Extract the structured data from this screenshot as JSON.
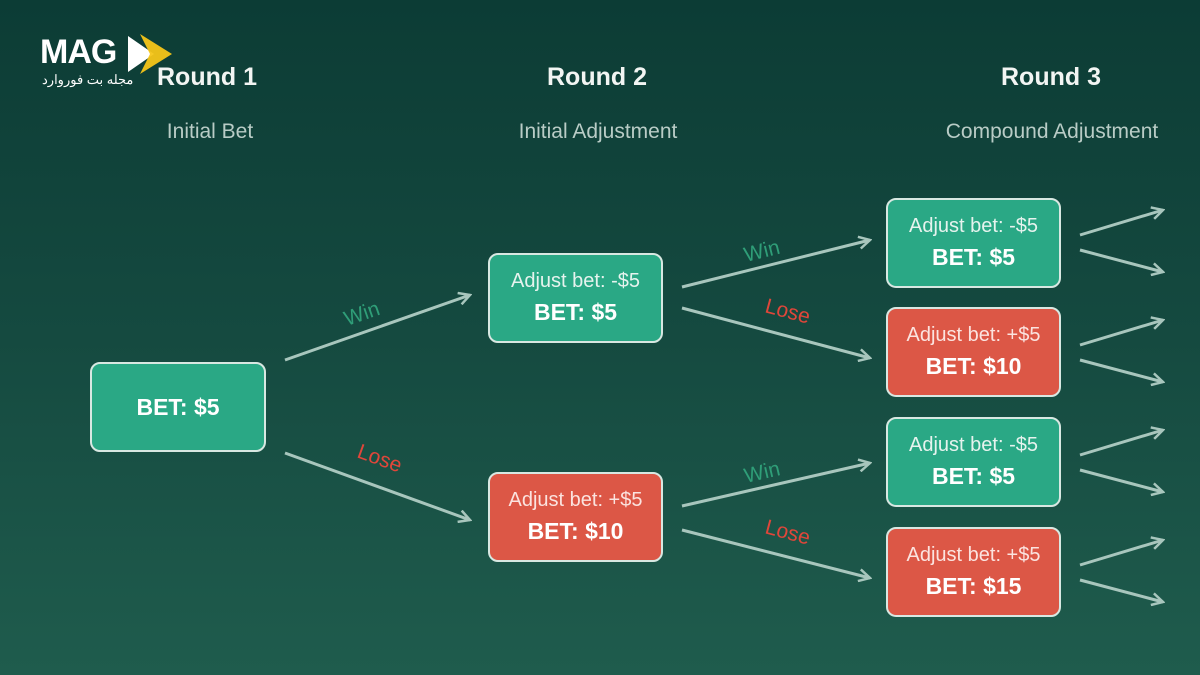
{
  "logo": {
    "text": "MAG",
    "subtitle": "مجله بت فوروارد"
  },
  "rounds": [
    {
      "title": "Round 1",
      "subtitle": "Initial Bet"
    },
    {
      "title": "Round 2",
      "subtitle": "Initial Adjustment"
    },
    {
      "title": "Round 3",
      "subtitle": "Compound Adjustment"
    }
  ],
  "nodes": {
    "r1": {
      "bet": "BET: $5"
    },
    "r2_win": {
      "adjust": "Adjust bet: -$5",
      "bet": "BET: $5"
    },
    "r2_lose": {
      "adjust": "Adjust bet: +$5",
      "bet": "BET: $10"
    },
    "r3_ww": {
      "adjust": "Adjust bet: -$5",
      "bet": "BET: $5"
    },
    "r3_wl": {
      "adjust": "Adjust bet: +$5",
      "bet": "BET: $10"
    },
    "r3_lw": {
      "adjust": "Adjust bet: -$5",
      "bet": "BET: $5"
    },
    "r3_ll": {
      "adjust": "Adjust bet: +$5",
      "bet": "BET: $15"
    }
  },
  "edges": {
    "win": "Win",
    "lose": "Lose"
  },
  "colors": {
    "win": "#2aa885",
    "lose": "#dc5746",
    "win_label": "#2f9e78",
    "lose_label": "#e0463a",
    "arrow": "#a8c6bd",
    "logo_accent": "#f5c518"
  }
}
